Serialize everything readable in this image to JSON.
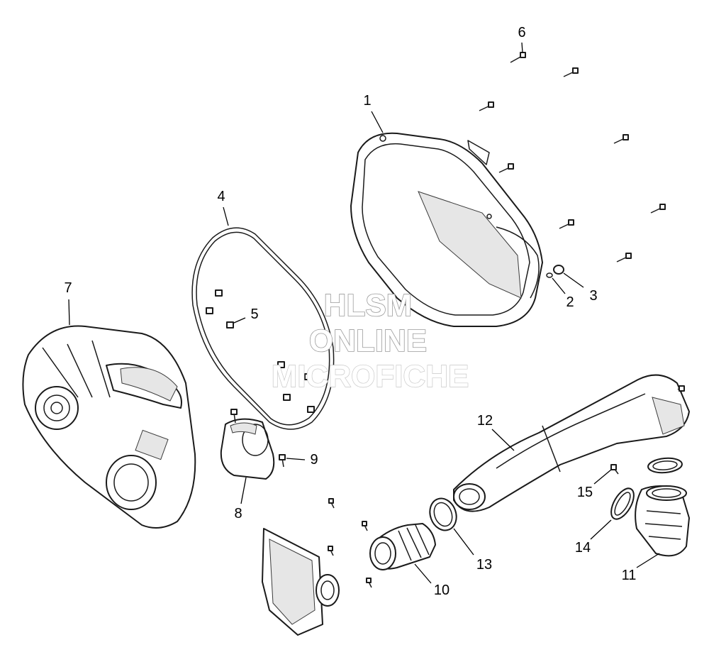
{
  "watermark": {
    "line1": "HLSM",
    "line2": "ONLINE",
    "line3": "MICROFICHE"
  },
  "callouts": {
    "c1": "1",
    "c2": "2",
    "c3": "3",
    "c4": "4",
    "c5": "5",
    "c6": "6",
    "c7": "7",
    "c8": "8",
    "c9": "9",
    "c10": "10",
    "c11": "11",
    "c12": "12",
    "c13": "13",
    "c14": "14",
    "c15": "15"
  }
}
